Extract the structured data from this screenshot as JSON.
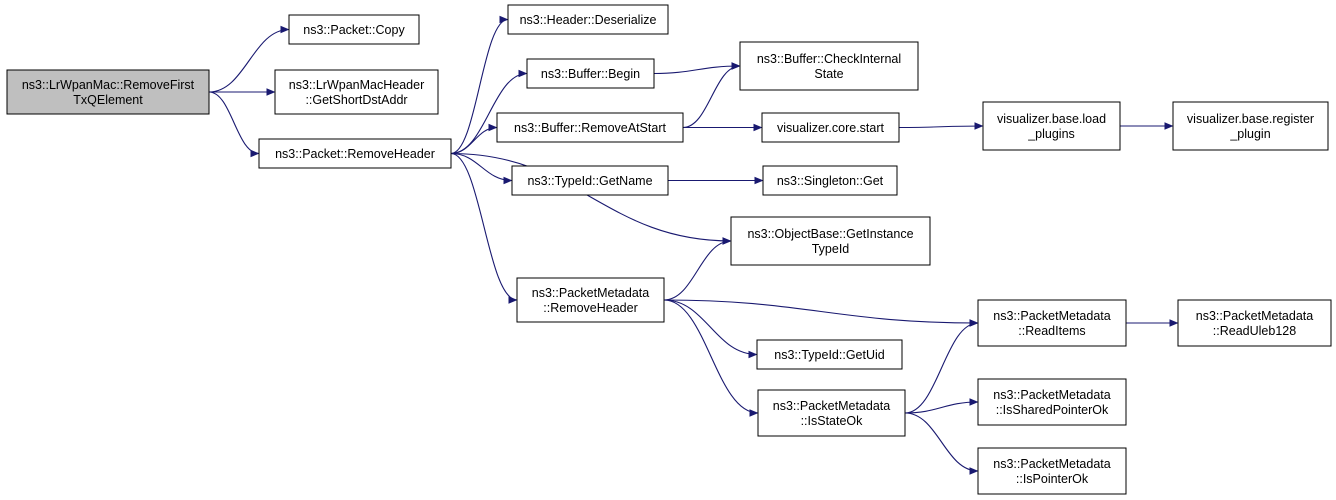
{
  "colors": {
    "edge": "#191970",
    "node_fill": "#ffffff",
    "root_fill": "#bfbfbf",
    "node_border": "#000000"
  },
  "nodes": [
    {
      "id": "root",
      "lines": [
        "ns3::LrWpanMac::RemoveFirst",
        "TxQElement"
      ],
      "root": true
    },
    {
      "id": "copy",
      "lines": [
        "ns3::Packet::Copy"
      ]
    },
    {
      "id": "getshort",
      "lines": [
        "ns3::LrWpanMacHeader",
        "::GetShortDstAddr"
      ]
    },
    {
      "id": "removeheader",
      "lines": [
        "ns3::Packet::RemoveHeader"
      ]
    },
    {
      "id": "deserialize",
      "lines": [
        "ns3::Header::Deserialize"
      ]
    },
    {
      "id": "begin",
      "lines": [
        "ns3::Buffer::Begin"
      ]
    },
    {
      "id": "removeatstart",
      "lines": [
        "ns3::Buffer::RemoveAtStart"
      ]
    },
    {
      "id": "getname",
      "lines": [
        "ns3::TypeId::GetName"
      ]
    },
    {
      "id": "pm_removeheader",
      "lines": [
        "ns3::PacketMetadata",
        "::RemoveHeader"
      ]
    },
    {
      "id": "checkinternal",
      "lines": [
        "ns3::Buffer::CheckInternal",
        "State"
      ]
    },
    {
      "id": "corestart",
      "lines": [
        "visualizer.core.start"
      ]
    },
    {
      "id": "singleton",
      "lines": [
        "ns3::Singleton::Get"
      ]
    },
    {
      "id": "getinstance",
      "lines": [
        "ns3::ObjectBase::GetInstance",
        "TypeId"
      ]
    },
    {
      "id": "getuid",
      "lines": [
        "ns3::TypeId::GetUid"
      ]
    },
    {
      "id": "isstateok",
      "lines": [
        "ns3::PacketMetadata",
        "::IsStateOk"
      ]
    },
    {
      "id": "loadplugins",
      "lines": [
        "visualizer.base.load",
        "_plugins"
      ]
    },
    {
      "id": "readitems",
      "lines": [
        "ns3::PacketMetadata",
        "::ReadItems"
      ]
    },
    {
      "id": "issharedptr",
      "lines": [
        "ns3::PacketMetadata",
        "::IsSharedPointerOk"
      ]
    },
    {
      "id": "ispointerok",
      "lines": [
        "ns3::PacketMetadata",
        "::IsPointerOk"
      ]
    },
    {
      "id": "registerplugin",
      "lines": [
        "visualizer.base.register",
        "_plugin"
      ]
    },
    {
      "id": "readuleb",
      "lines": [
        "ns3::PacketMetadata",
        "::ReadUleb128"
      ]
    }
  ],
  "edges": [
    [
      "root",
      "copy"
    ],
    [
      "root",
      "getshort"
    ],
    [
      "root",
      "removeheader"
    ],
    [
      "removeheader",
      "deserialize"
    ],
    [
      "removeheader",
      "begin"
    ],
    [
      "removeheader",
      "removeatstart"
    ],
    [
      "removeheader",
      "getname"
    ],
    [
      "removeheader",
      "getinstance"
    ],
    [
      "removeheader",
      "pm_removeheader"
    ],
    [
      "begin",
      "checkinternal"
    ],
    [
      "removeatstart",
      "checkinternal"
    ],
    [
      "removeatstart",
      "corestart"
    ],
    [
      "corestart",
      "loadplugins"
    ],
    [
      "loadplugins",
      "registerplugin"
    ],
    [
      "getname",
      "singleton"
    ],
    [
      "pm_removeheader",
      "getinstance"
    ],
    [
      "pm_removeheader",
      "readitems"
    ],
    [
      "pm_removeheader",
      "getuid"
    ],
    [
      "pm_removeheader",
      "isstateok"
    ],
    [
      "readitems",
      "readuleb"
    ],
    [
      "isstateok",
      "readitems"
    ],
    [
      "isstateok",
      "issharedptr"
    ],
    [
      "isstateok",
      "ispointerok"
    ]
  ]
}
